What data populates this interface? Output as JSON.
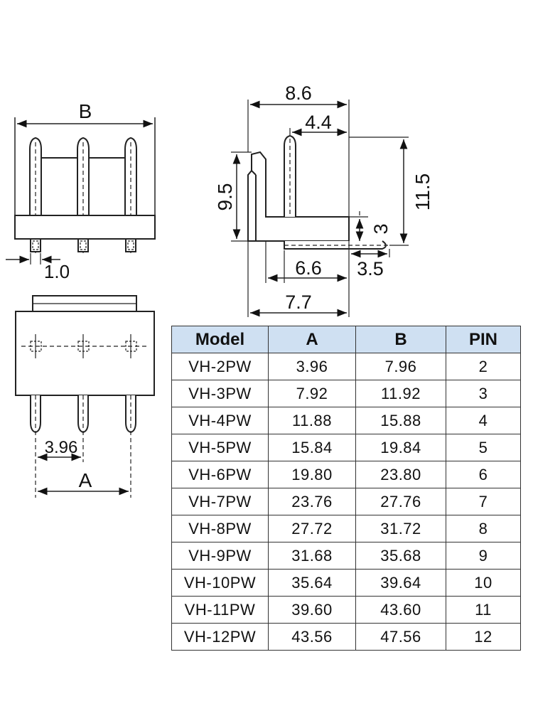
{
  "drawing": {
    "front_view": {
      "label_B": "B",
      "label_1_0": "1.0"
    },
    "side_view": {
      "label_8_6": "8.6",
      "label_4_4": "4.4",
      "label_9_5": "9.5",
      "label_11_5": "11.5",
      "label_3": "3",
      "label_6_6": "6.6",
      "label_3_5": "3.5",
      "label_7_7": "7.7"
    },
    "bottom_view": {
      "label_3_96": "3.96",
      "label_A": "A"
    }
  },
  "table": {
    "headers": [
      "Model",
      "A",
      "B",
      "PIN"
    ],
    "rows": [
      [
        "VH-2PW",
        "3.96",
        "7.96",
        "2"
      ],
      [
        "VH-3PW",
        "7.92",
        "11.92",
        "3"
      ],
      [
        "VH-4PW",
        "11.88",
        "15.88",
        "4"
      ],
      [
        "VH-5PW",
        "15.84",
        "19.84",
        "5"
      ],
      [
        "VH-6PW",
        "19.80",
        "23.80",
        "6"
      ],
      [
        "VH-7PW",
        "23.76",
        "27.76",
        "7"
      ],
      [
        "VH-8PW",
        "27.72",
        "31.72",
        "8"
      ],
      [
        "VH-9PW",
        "31.68",
        "35.68",
        "9"
      ],
      [
        "VH-10PW",
        "35.64",
        "39.64",
        "10"
      ],
      [
        "VH-11PW",
        "39.60",
        "43.60",
        "11"
      ],
      [
        "VH-12PW",
        "43.56",
        "47.56",
        "12"
      ]
    ]
  },
  "colors": {
    "header_bg": "#cfe0f2",
    "line": "#222222"
  }
}
